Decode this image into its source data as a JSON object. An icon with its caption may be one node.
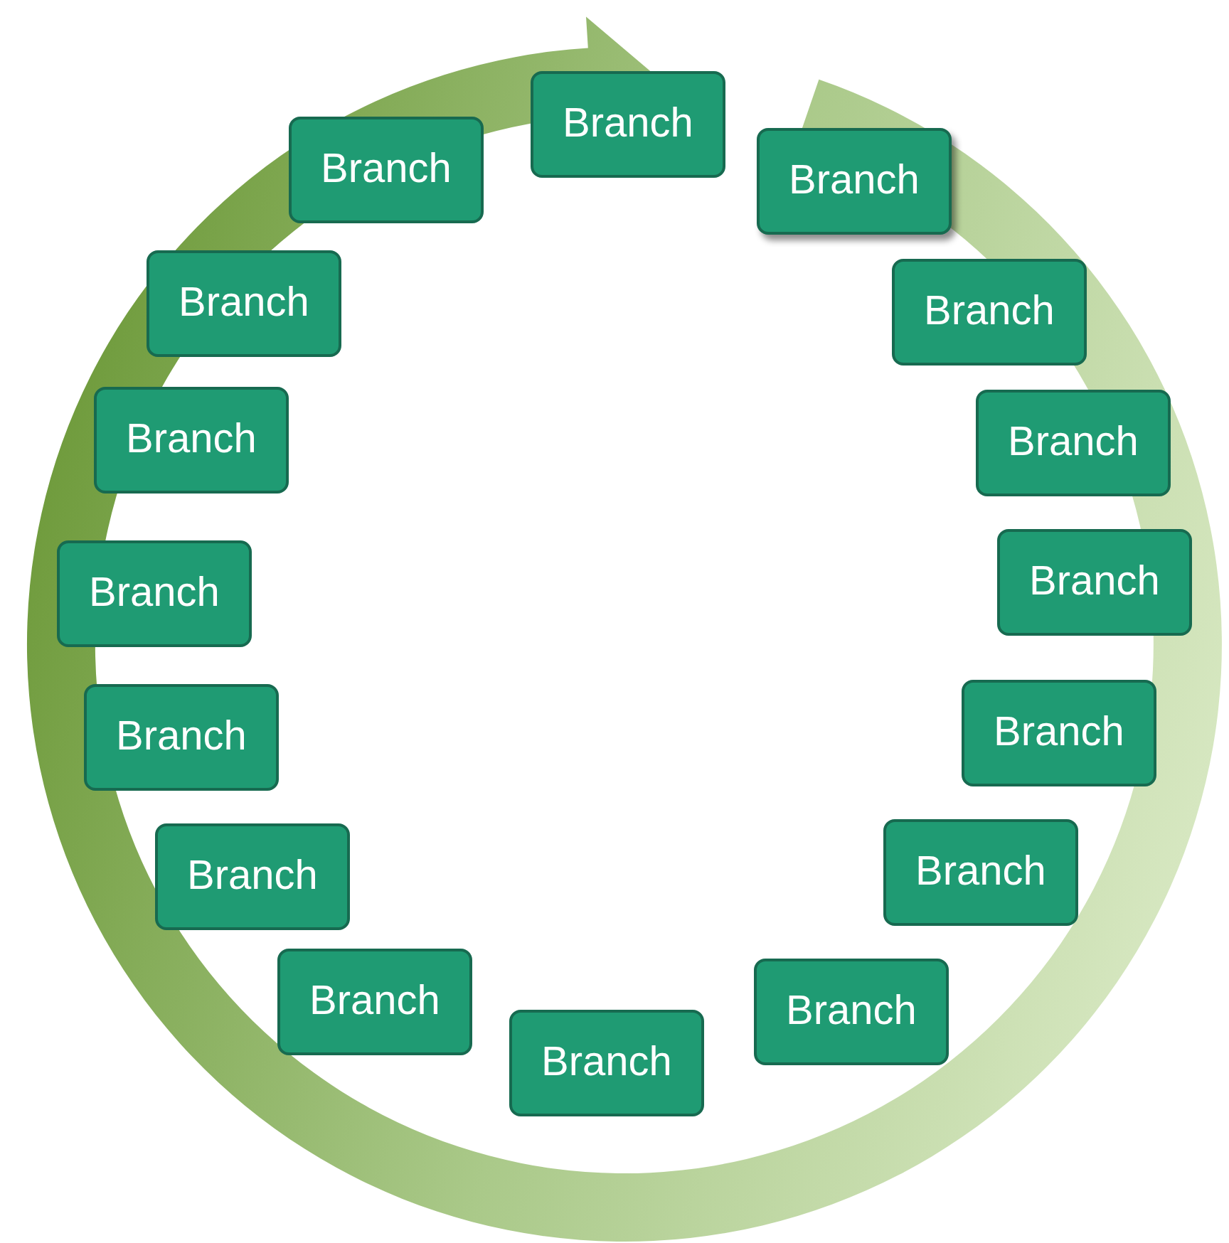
{
  "diagram": {
    "nodes": [
      {
        "text": [
          "Branch"
        ]
      },
      {
        "text": [
          "Branch"
        ]
      },
      {
        "text": [
          "Branch"
        ]
      },
      {
        "text": [
          "Branch"
        ]
      },
      {
        "text": [
          "Branch"
        ]
      },
      {
        "text": [
          "Branch"
        ]
      },
      {
        "text": [
          "Branch"
        ]
      },
      {
        "text": [
          "Branch"
        ]
      },
      {
        "text": [
          "Branch"
        ]
      },
      {
        "text": [
          "Branch"
        ]
      },
      {
        "text": [
          "Branch"
        ]
      },
      {
        "text": [
          "Branch"
        ]
      },
      {
        "text": [
          "Branch"
        ]
      },
      {
        "text": [
          "Branch"
        ]
      },
      {
        "text": [
          "Branch"
        ]
      },
      {
        "text": [
          "Branch"
        ]
      }
    ]
  }
}
